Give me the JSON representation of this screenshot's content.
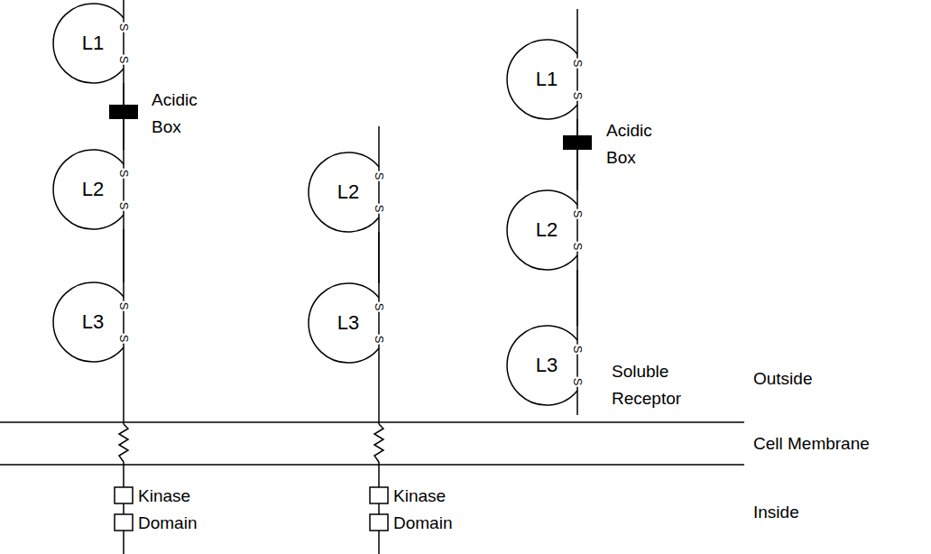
{
  "diagram": {
    "nodes": [
      {
        "text": [
          "L1"
        ]
      },
      {
        "text": [
          "L2"
        ]
      },
      {
        "text": [
          "L3"
        ]
      },
      {
        "text": [
          "L2"
        ]
      },
      {
        "text": [
          "L3"
        ]
      },
      {
        "text": [
          "L1"
        ]
      },
      {
        "text": [
          "L2"
        ]
      },
      {
        "text": [
          "L3"
        ]
      }
    ],
    "edges": [
      {
        "from": 0,
        "to": 1,
        "arrow": "none"
      },
      {
        "from": 1,
        "to": 2,
        "arrow": "none"
      },
      {
        "from": 3,
        "to": 4,
        "arrow": "none"
      },
      {
        "from": 5,
        "to": 6,
        "arrow": "none"
      },
      {
        "from": 6,
        "to": 7,
        "arrow": "none"
      }
    ],
    "labels": [
      "Acidic Box",
      "Acidic Box",
      "Soluble Receptor",
      "Outside",
      "Cell Membrane",
      "Kinase Domain",
      "Kinase Domain",
      "Inside",
      "S",
      "S",
      "S",
      "S",
      "S",
      "S",
      "S",
      "S",
      "S",
      "S",
      "S",
      "S",
      "S",
      "S",
      "S",
      "S"
    ]
  }
}
